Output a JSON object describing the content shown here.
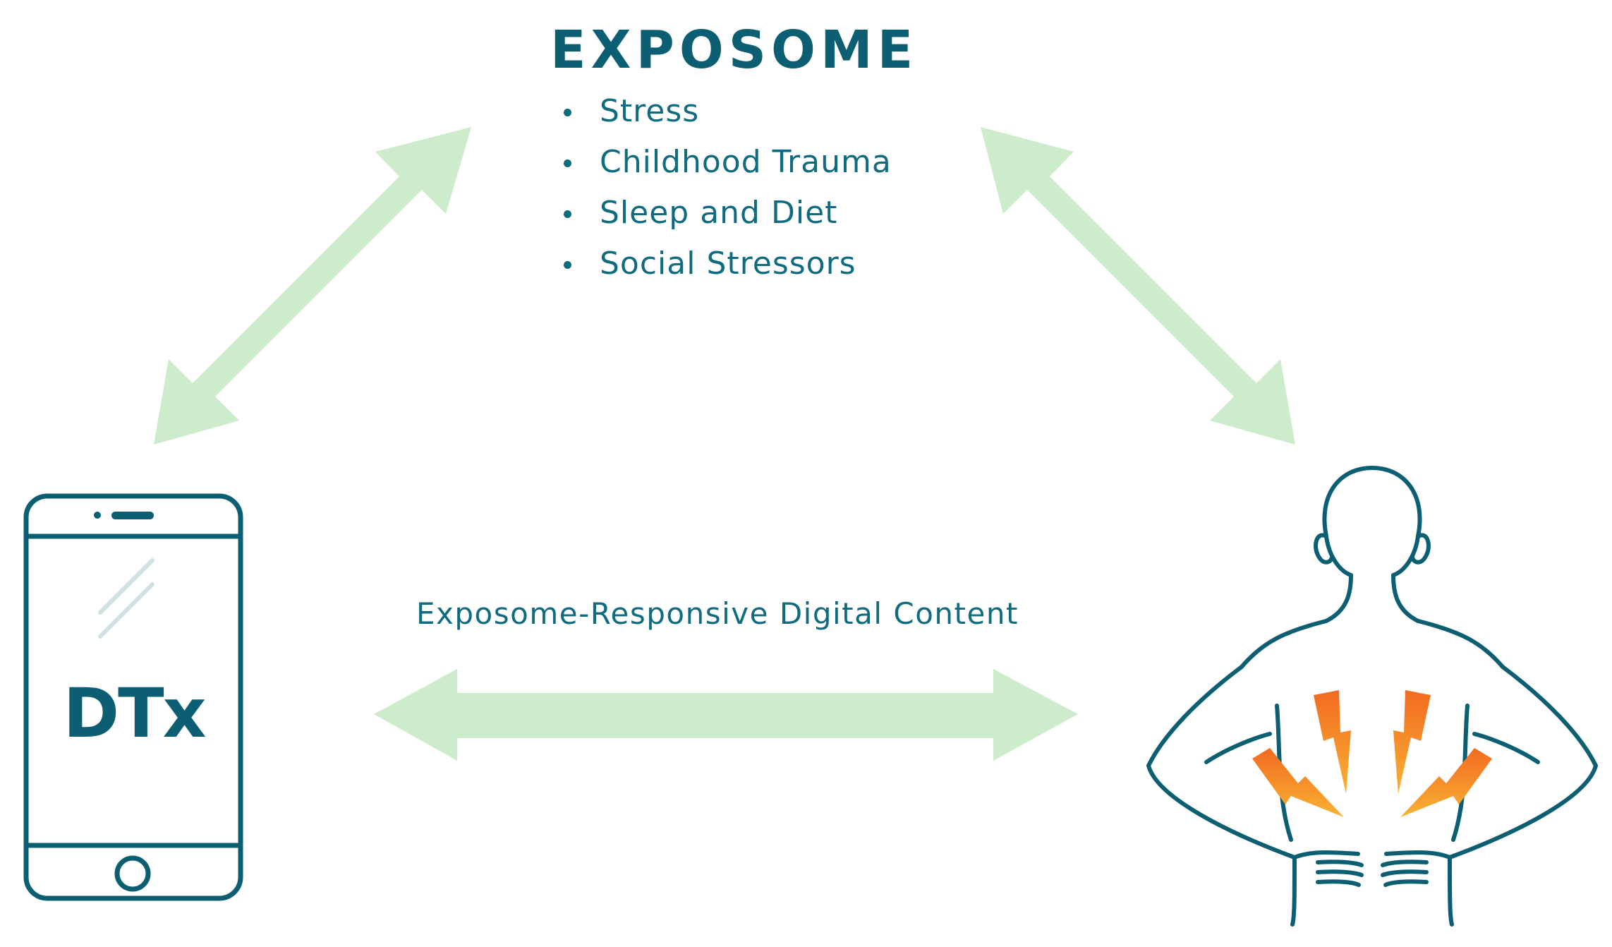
{
  "exposome": {
    "title": "EXPOSOME",
    "items": [
      "Stress",
      "Childhood Trauma",
      "Sleep and Diet",
      "Social Stressors"
    ]
  },
  "link_label": "Exposome-Responsive Digital Content",
  "device": {
    "label": "DTx"
  },
  "colors": {
    "primary": "#0c5f72",
    "text": "#0f6b80",
    "arrow": "#cdeccb",
    "pain_orange": "#f26a21",
    "pain_yellow": "#f9b233"
  },
  "icons": [
    "smartphone-icon",
    "person-back-pain-icon",
    "double-arrow-icon"
  ]
}
